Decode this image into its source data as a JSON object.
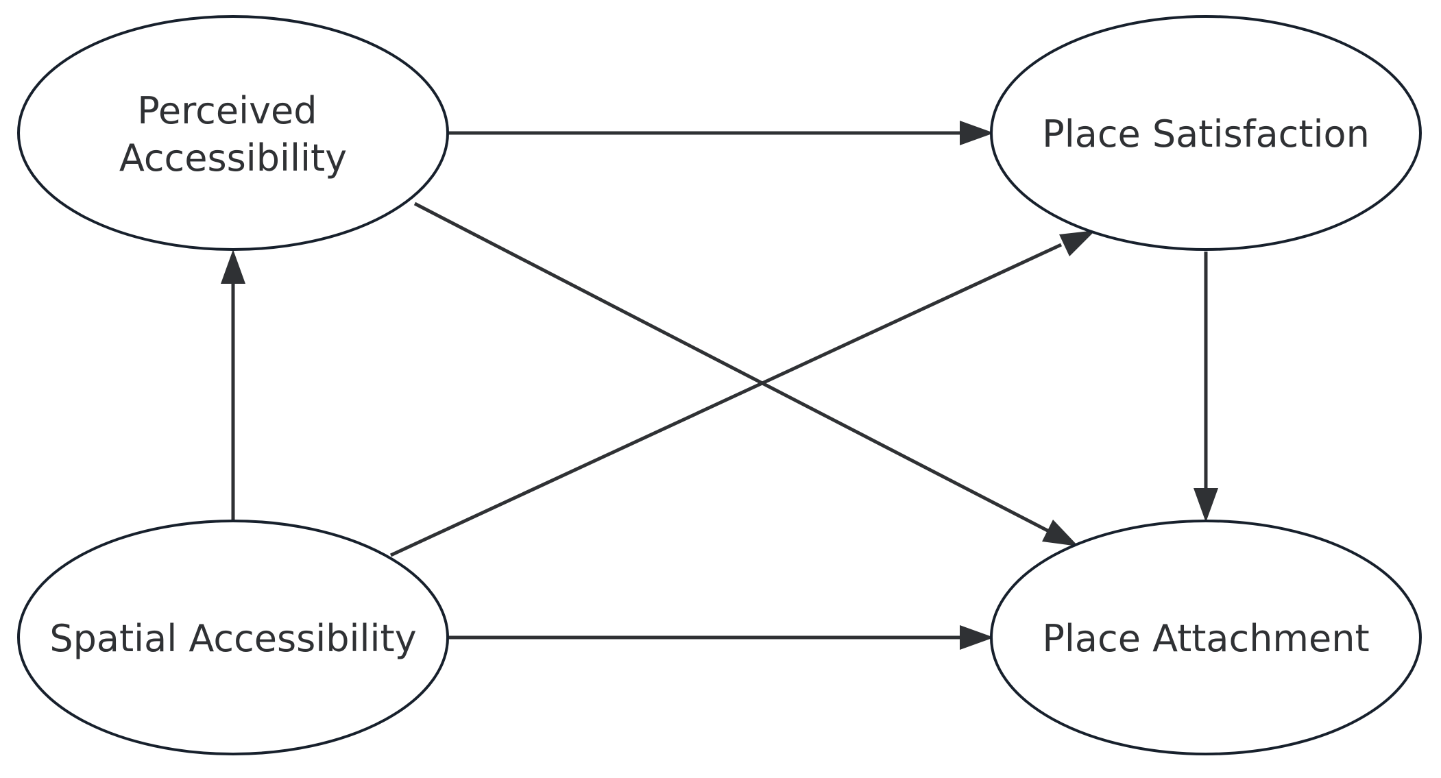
{
  "diagram": {
    "colors": {
      "node_border": "#17202c",
      "edge": "#2f3134",
      "text": "#2f3134",
      "background": "#ffffff"
    },
    "nodes": {
      "perceived_accessibility": {
        "line1": "Perceived",
        "line2": "Accessibility"
      },
      "place_satisfaction": {
        "label": "Place Satisfaction"
      },
      "spatial_accessibility": {
        "label": "Spatial Accessibility"
      },
      "place_attachment": {
        "label": "Place Attachment"
      }
    },
    "edges": [
      {
        "from": "perceived_accessibility",
        "to": "place_satisfaction"
      },
      {
        "from": "perceived_accessibility",
        "to": "place_attachment"
      },
      {
        "from": "spatial_accessibility",
        "to": "perceived_accessibility"
      },
      {
        "from": "spatial_accessibility",
        "to": "place_satisfaction"
      },
      {
        "from": "spatial_accessibility",
        "to": "place_attachment"
      },
      {
        "from": "place_satisfaction",
        "to": "place_attachment"
      }
    ]
  }
}
